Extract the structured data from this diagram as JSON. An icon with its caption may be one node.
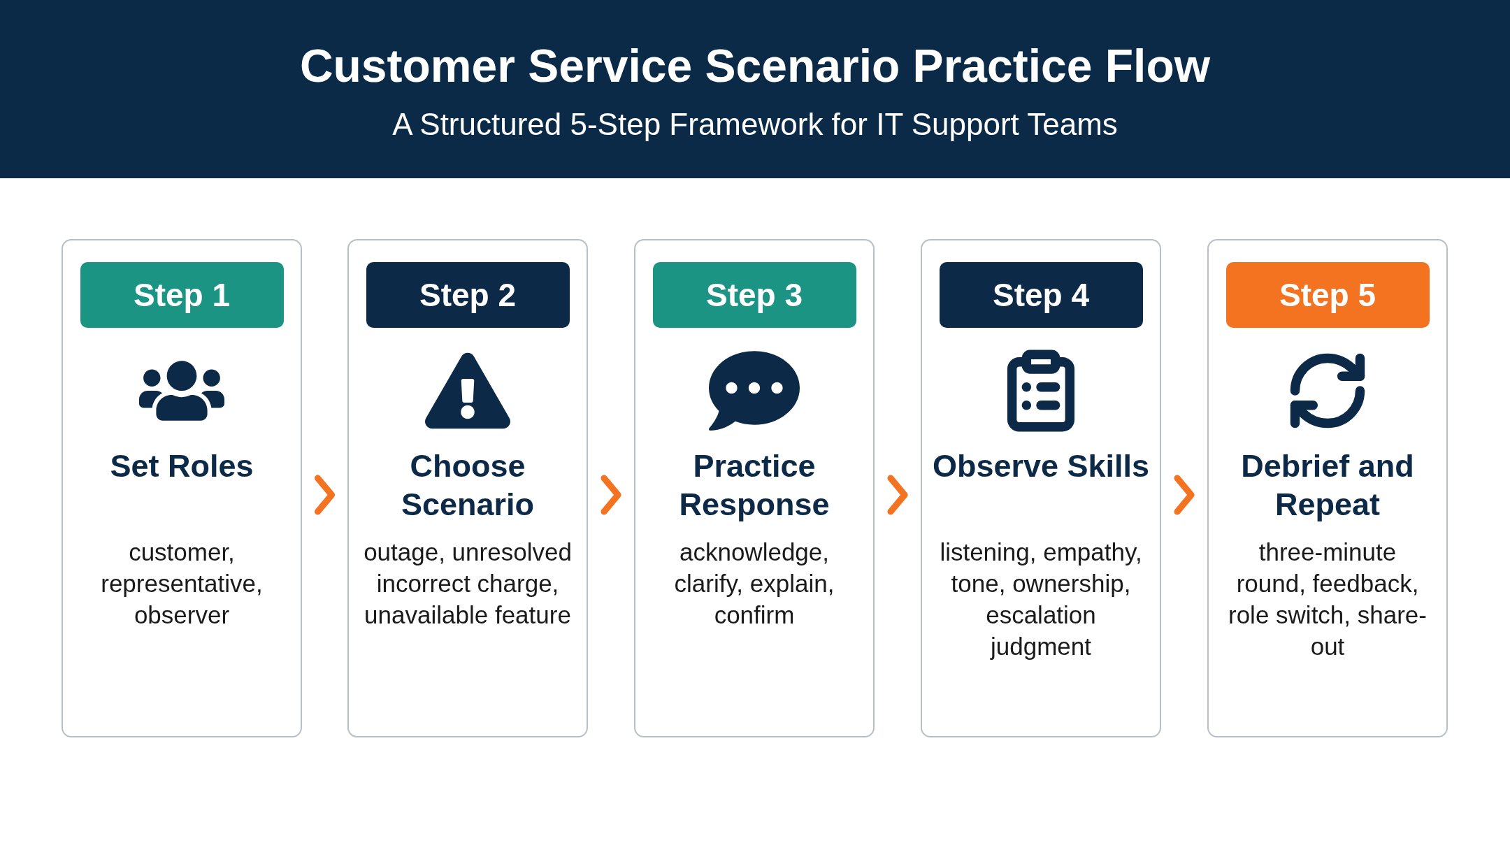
{
  "diagram": {
    "title": "Customer Service Scenario Practice Flow",
    "caption": "A Structured 5-Step Framework for IT Support Teams",
    "nodes": [
      {
        "text": [
          "Set Roles",
          "customer, representative, observer"
        ]
      },
      {
        "text": [
          "Step 1"
        ],
        "in": 0
      },
      {
        "text": [
          "Choose Scenario",
          "outage, unresolved incorrect charge, unavailable feature"
        ]
      },
      {
        "text": [
          "Step 2"
        ],
        "in": 2
      },
      {
        "text": [
          "Practice Response",
          "acknowledge, clarify, explain, confirm"
        ]
      },
      {
        "text": [
          "Step 3"
        ],
        "in": 4
      },
      {
        "text": [
          "Observe Skills",
          "listening, empathy, tone, ownership, escalation judgment"
        ]
      },
      {
        "text": [
          "Step 4"
        ],
        "in": 6
      },
      {
        "text": [
          "Debrief and Repeat",
          "three-minute round, feedback, role switch, share-out"
        ]
      },
      {
        "text": [
          "Step 5"
        ],
        "in": 8
      }
    ],
    "edges": [
      {
        "from": 0,
        "to": 2,
        "arrow": "to"
      },
      {
        "from": 2,
        "to": 4,
        "arrow": "to"
      },
      {
        "from": 4,
        "to": 6,
        "arrow": "to"
      },
      {
        "from": 6,
        "to": 8,
        "arrow": "to"
      }
    ]
  }
}
